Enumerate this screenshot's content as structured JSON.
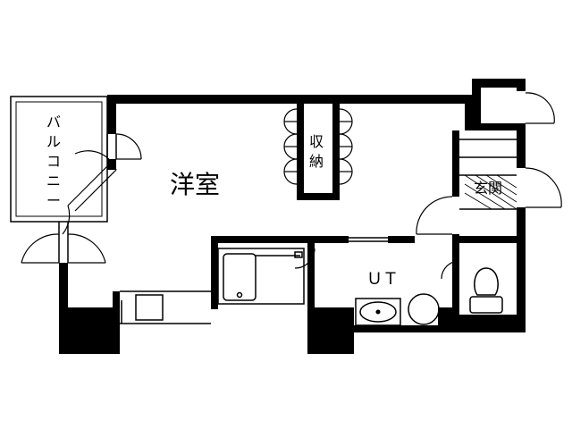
{
  "rooms": {
    "western_room": "洋室",
    "storage_line1": "収",
    "storage_line2": "納",
    "entrance": "玄関",
    "unit_bath_toilet": "ＵＴ",
    "balcony_chars": [
      "バ",
      "ル",
      "コ",
      "ニ",
      "ー"
    ]
  },
  "colors": {
    "wall": "#000000",
    "background": "#ffffff",
    "fixture_fill": "#ffffff",
    "outline": "#000000",
    "hatch": "#000000"
  }
}
